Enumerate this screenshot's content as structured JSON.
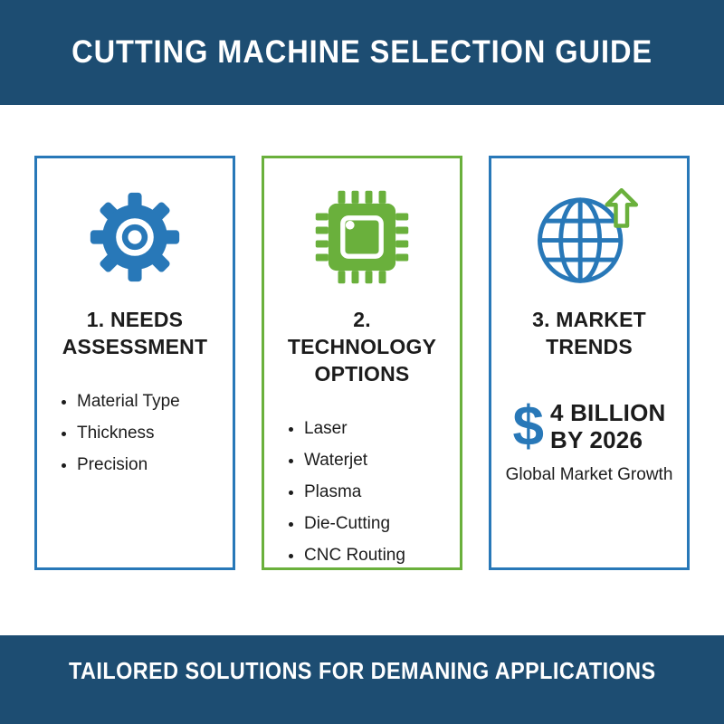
{
  "header": {
    "title": "CUTTING MACHINE SELECTION GUIDE"
  },
  "cards": [
    {
      "icon": "gear-icon",
      "title": "1. NEEDS ASSESSMENT",
      "items": [
        "Material Type",
        "Thickness",
        "Precision"
      ]
    },
    {
      "icon": "chip-icon",
      "title": "2. TECHNOLOGY OPTIONS",
      "items": [
        "Laser",
        "Waterjet",
        "Plasma",
        "Die-Cutting",
        "CNC Routing"
      ]
    },
    {
      "icon": "globe-growth-icon",
      "title": "3. MARKET TRENDS",
      "stat": {
        "symbol": "$",
        "line1": "4 BILLION",
        "line2": "BY 2026",
        "caption": "Global Market Growth"
      }
    }
  ],
  "footer": {
    "text": "TAILORED SOLUTIONS FOR DEMANING APPLICATIONS"
  },
  "colors": {
    "navy": "#1d4d72",
    "blue": "#2878b8",
    "green": "#6ab03c",
    "text": "#1c1c1c"
  }
}
